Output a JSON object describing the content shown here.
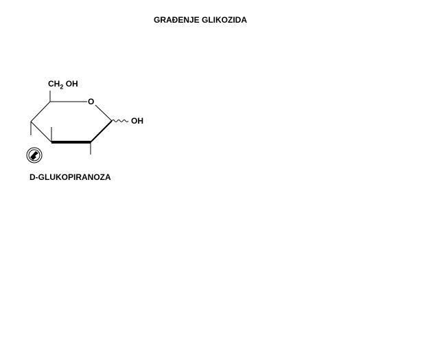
{
  "title": "GRAĐENJE GLIKOZIDA",
  "molecule": {
    "ch2_label": "CH",
    "ch2_sub": "2",
    "ch2_oh": "OH",
    "ring_oxygen": "O",
    "anomeric_oh": "OH",
    "name": "D-GLUKOPIRANOZA"
  },
  "icon": "sound-speaker-icon"
}
